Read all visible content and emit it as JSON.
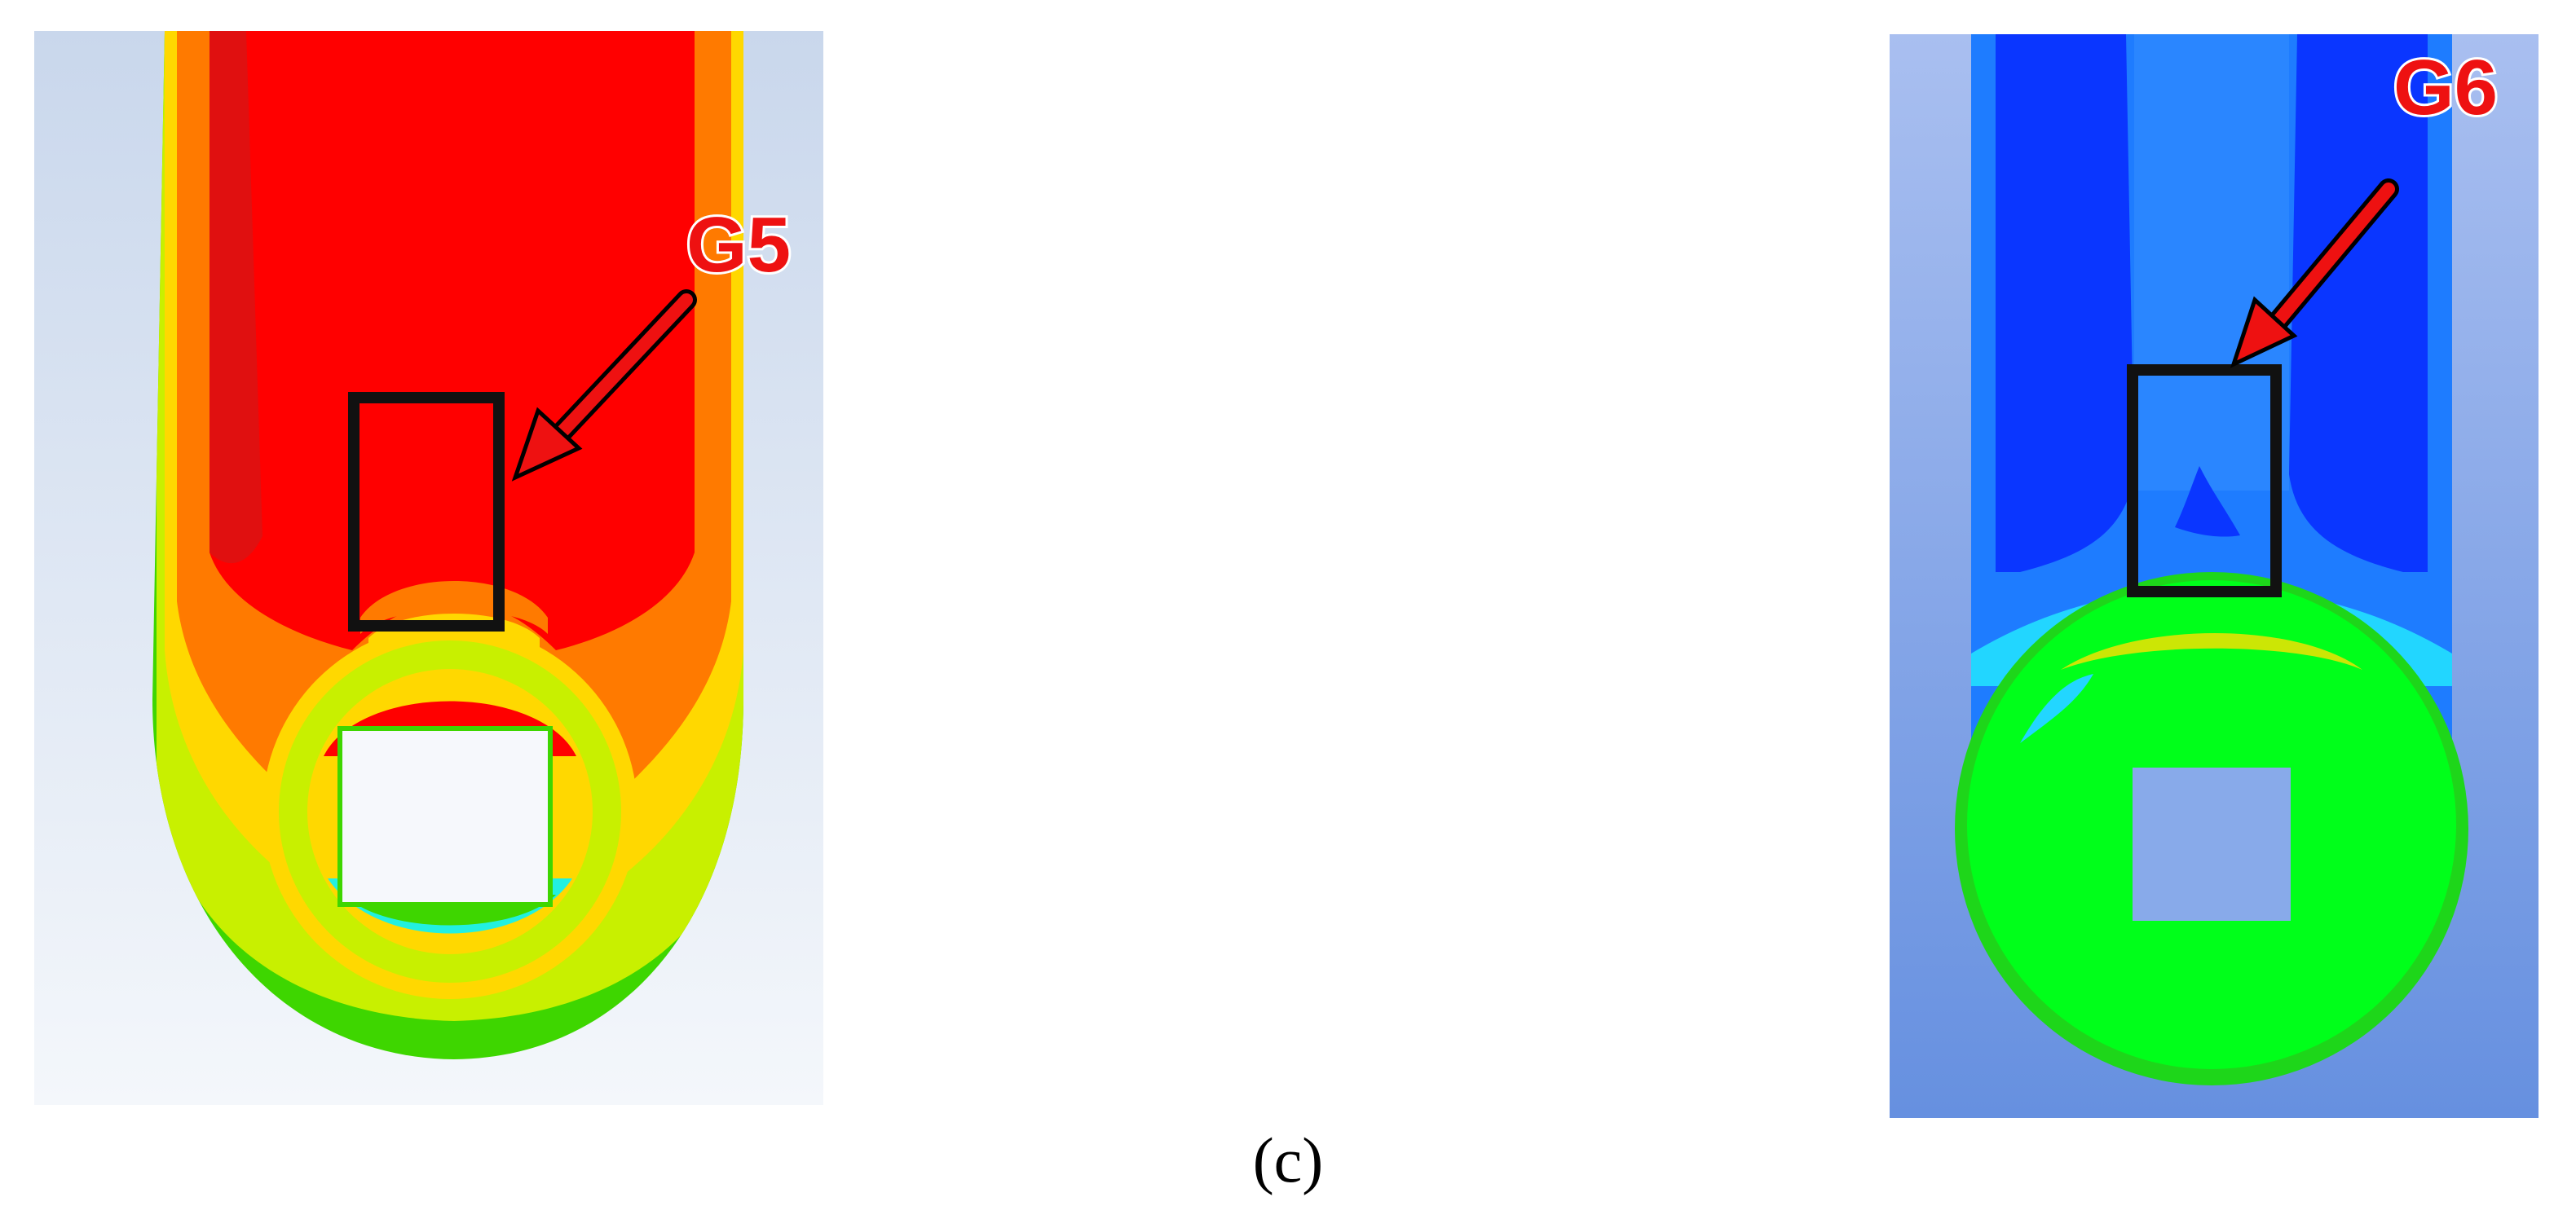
{
  "figure": {
    "caption": "(c)",
    "panels": [
      {
        "id": "left",
        "label": "G5",
        "colors": {
          "background_top": "#c9d7ec",
          "background_bottom": "#f4f7fb",
          "red": "#ff0000",
          "dark_red": "#e01010",
          "orange": "#ff7a00",
          "yellow": "#ffd800",
          "yellow_green": "#c8f000",
          "green": "#3ed600",
          "cyan": "#22f0e0",
          "arrow": "#ee1111",
          "box": "#111111"
        }
      },
      {
        "id": "right",
        "label": "G6",
        "colors": {
          "background_top": "#a9bff0",
          "background_bottom": "#6690e0",
          "blue": "#0a36ff",
          "light_blue": "#1e7cff",
          "cyan": "#22d6ff",
          "green": "#00ff1a",
          "dark_green": "#1ed61a",
          "arrow": "#ee1111",
          "box": "#111111"
        }
      }
    ]
  }
}
